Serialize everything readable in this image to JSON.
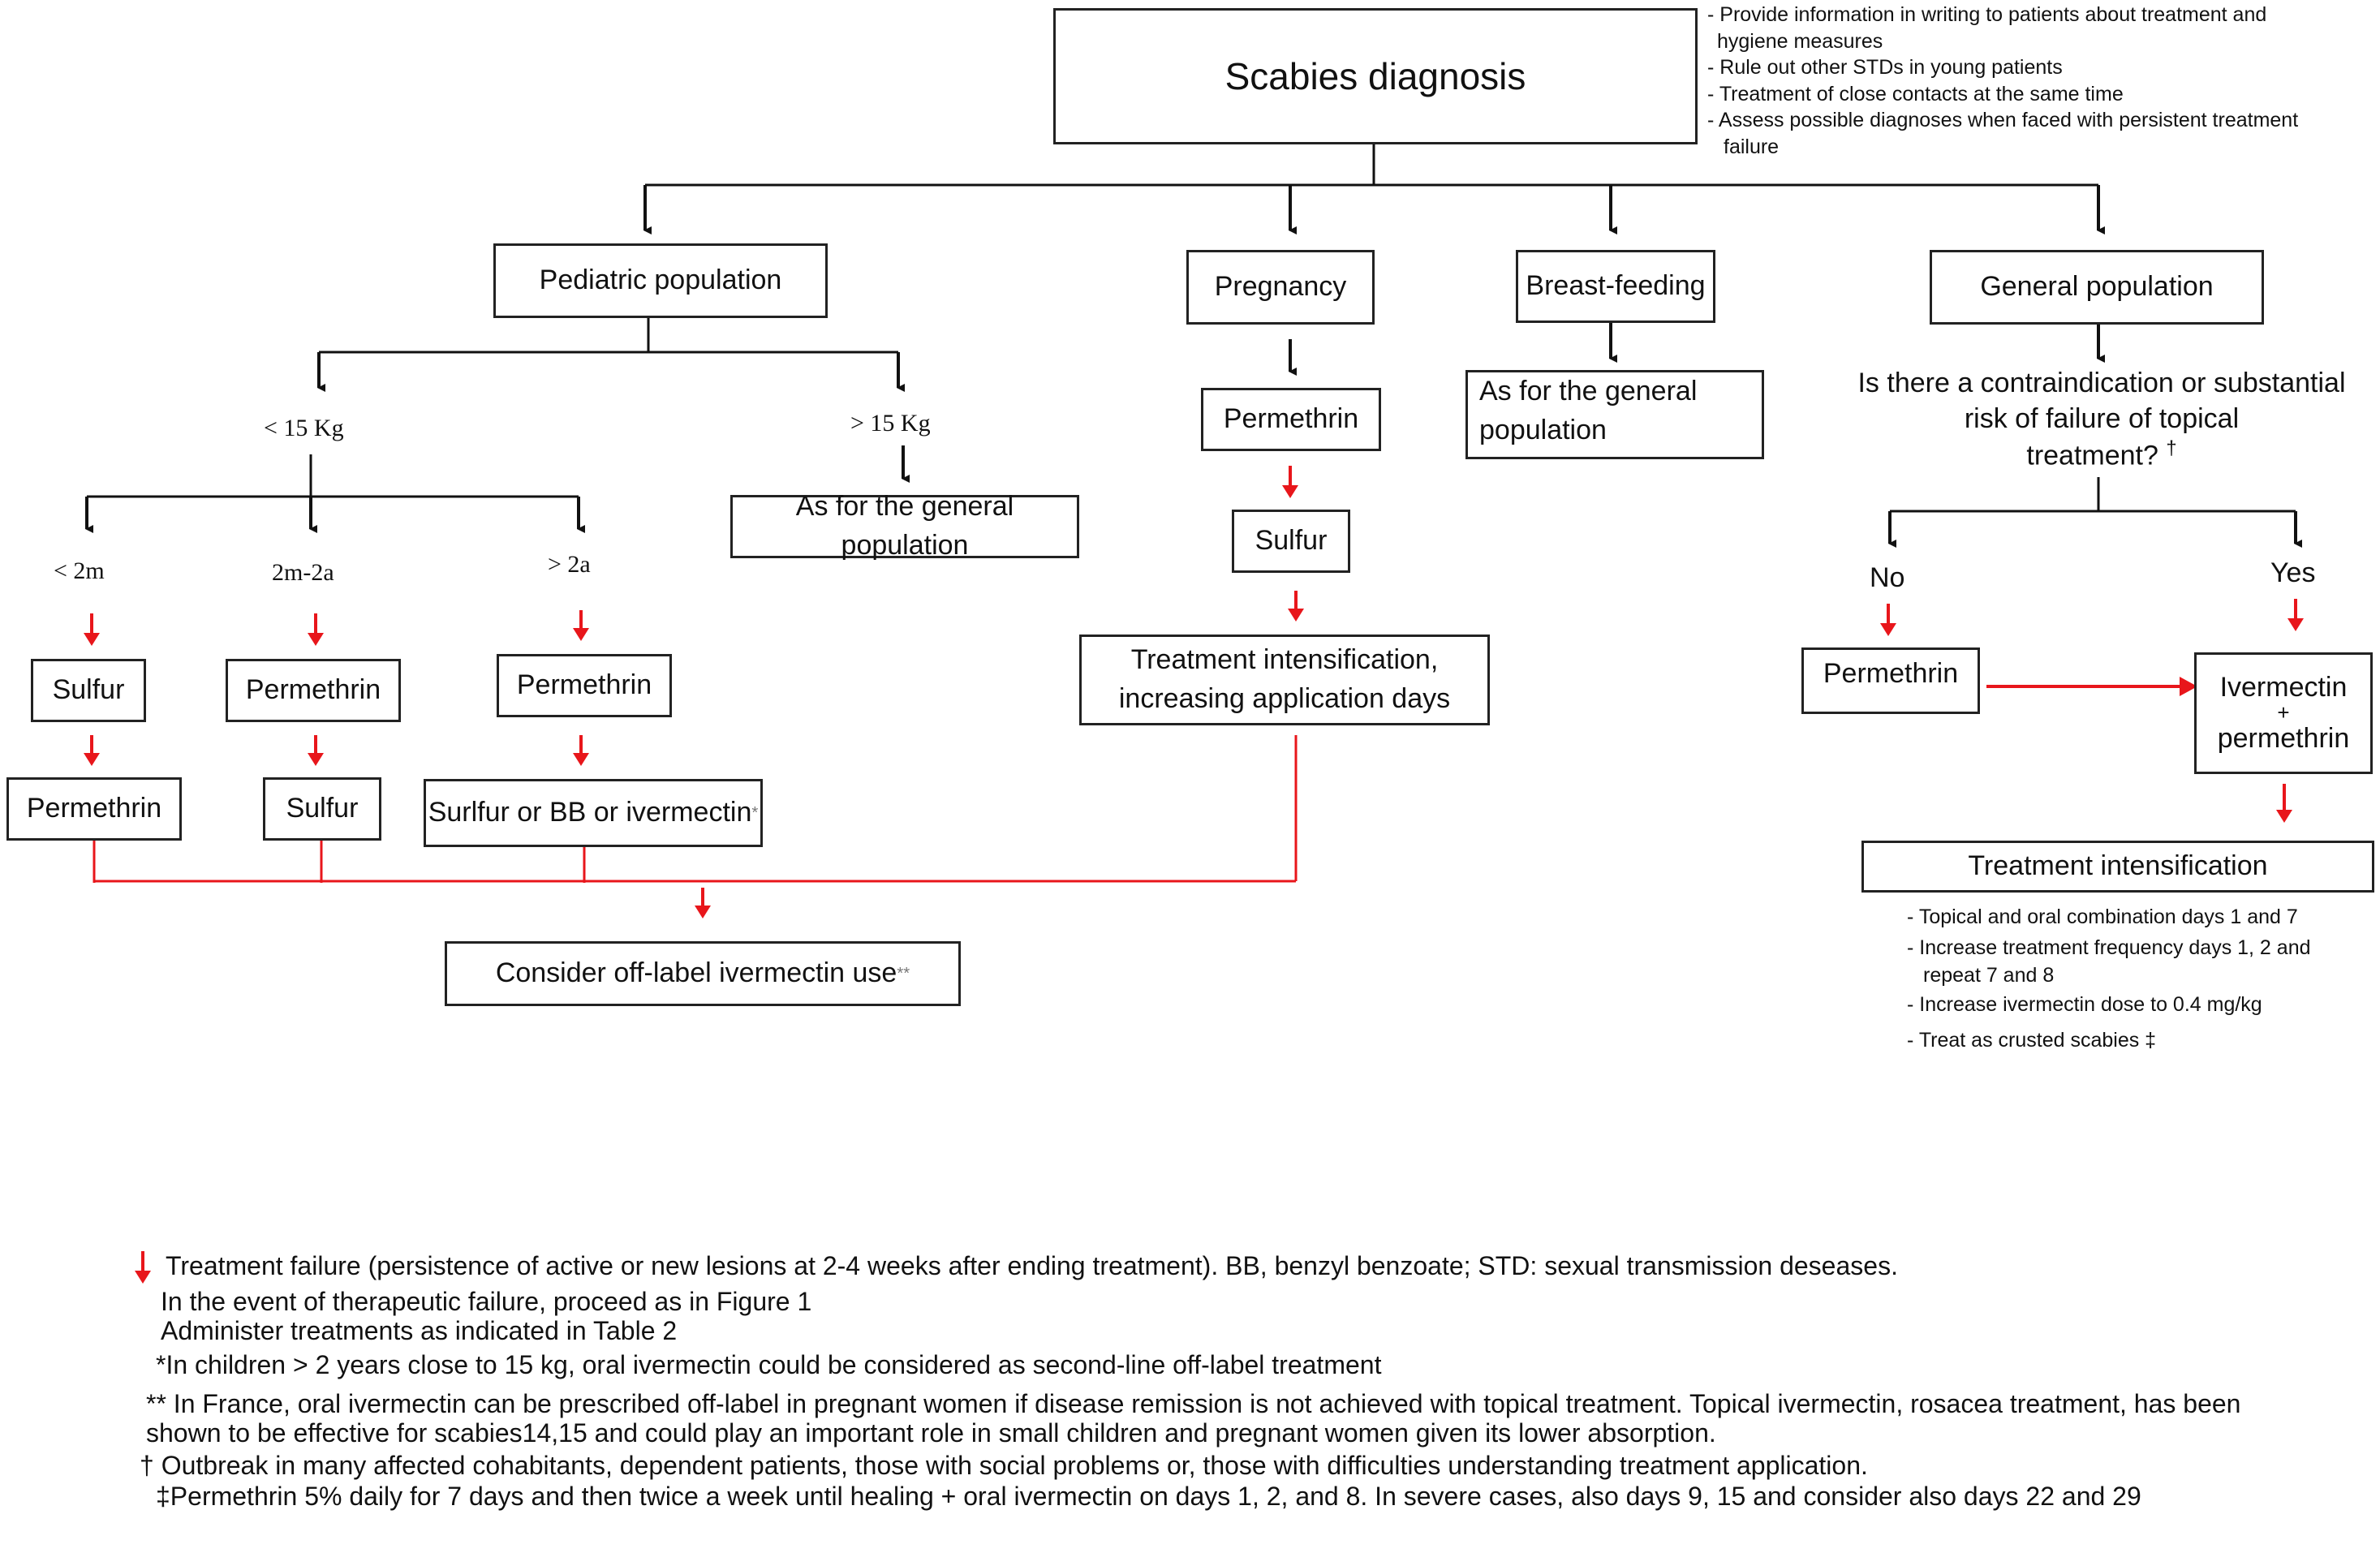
{
  "root": {
    "title": "Scabies diagnosis",
    "notes": [
      "- Provide information in writing to patients about treatment and",
      "  hygiene measures",
      "- Rule out other STDs in young patients",
      "- Treatment of close contacts at the same time",
      "-  Assess possible diagnoses when faced with persistent treatment",
      "   failure"
    ]
  },
  "pediatric": {
    "title": "Pediatric population",
    "under15": "< 15 Kg",
    "over15": "> 15 Kg",
    "over15_box": "As for the general population",
    "age1": "< 2m",
    "age2": "2m-2a",
    "age3": "> 2a",
    "age1_first": "Sulfur",
    "age1_second": "Permethrin",
    "age2_first": "Permethrin",
    "age2_second": "Sulfur",
    "age3_first": "Permethrin",
    "age3_second": "Surlfur or BB or ivermectin",
    "age3_second_mark": "*"
  },
  "pregnancy": {
    "title": "Pregnancy",
    "first": "Permethrin",
    "second": "Sulfur",
    "third_line1": "Treatment intensification,",
    "third_line2": "increasing application days"
  },
  "breastfeeding": {
    "title": "Breast-feeding",
    "box_line1": "As for the general",
    "box_line2": "population"
  },
  "general": {
    "title": "General population",
    "question_line1": "Is there a contraindication or substantial",
    "question_line2": "risk of failure of topical",
    "question_line3": "treatment?",
    "question_mark": "†",
    "no": "No",
    "yes": "Yes",
    "no_box": "Permethrin",
    "yes_line1": "Ivermectin",
    "yes_line2": "+",
    "yes_line3": "permethrin",
    "intensification": "Treatment intensification",
    "intensification_items": [
      "-  Topical and oral combination days 1 and 7",
      "-  Increase treatment frequency days 1, 2 and",
      "   repeat 7 and 8",
      "- Increase ivermectin dose to 0.4 mg/kg",
      "-  Treat as crusted scabies ‡"
    ]
  },
  "offlabel": {
    "text": "Consider off-label ivermectin use",
    "mark": "**"
  },
  "footnotes": {
    "legend": "Treatment failure (persistence of active or new lesions at 2-4 weeks after ending treatment). BB, benzyl benzoate; STD: sexual transmission deseases.",
    "line2": "In the event of therapeutic failure, proceed as in Figure 1",
    "line3": "Administer treatments as indicated in Table 2",
    "line4": "*In children > 2 years close to 15 kg, oral ivermectin could be considered as second-line off-label treatment",
    "line5": "** In France, oral ivermectin can be prescribed off-label in pregnant women if disease remission is not achieved with topical treatment. Topical ivermectin, rosacea treatment, has been",
    "line6": "shown to be effective for scabies14,15 and could play an important role in small children and pregnant women given its lower absorption.",
    "line7": "† Outbreak in many affected cohabitants, dependent patients, those with social problems or, those with difficulties understanding treatment application.",
    "line8": "‡Permethrin 5% daily for 7 days and then twice a week until healing + oral ivermectin on days 1, 2, and 8. In severe cases, also days 9, 15 and consider also days 22 and 29"
  },
  "colors": {
    "line": "#111111",
    "failure_arrow": "#e8161b"
  }
}
